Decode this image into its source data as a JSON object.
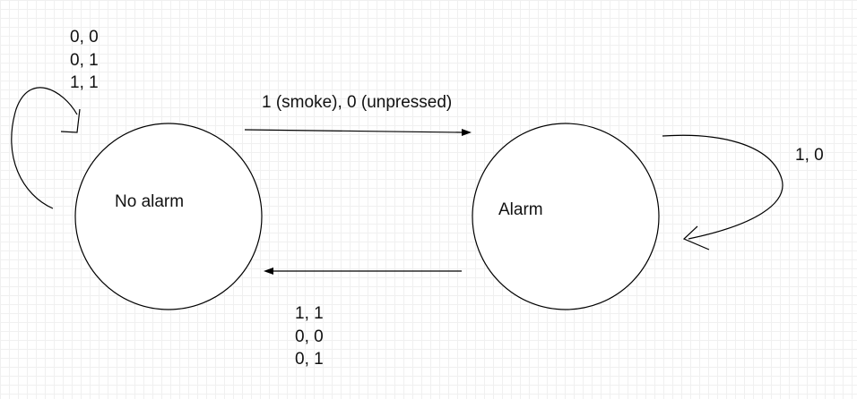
{
  "diagram": {
    "states": {
      "no_alarm": {
        "label": "No alarm"
      },
      "alarm": {
        "label": "Alarm"
      }
    },
    "transitions": {
      "no_alarm_self": {
        "from": "No alarm",
        "to": "No alarm",
        "inputs": [
          "0, 0",
          "0, 1",
          "1, 1"
        ]
      },
      "no_alarm_to_alarm": {
        "from": "No alarm",
        "to": "Alarm",
        "label": "1 (smoke), 0 (unpressed)"
      },
      "alarm_self": {
        "from": "Alarm",
        "to": "Alarm",
        "label": "1, 0"
      },
      "alarm_to_no_alarm": {
        "from": "Alarm",
        "to": "No alarm",
        "inputs": [
          "1, 1",
          "0, 0",
          "0, 1"
        ]
      }
    },
    "colors": {
      "stroke": "#000000",
      "text": "#111111"
    }
  }
}
